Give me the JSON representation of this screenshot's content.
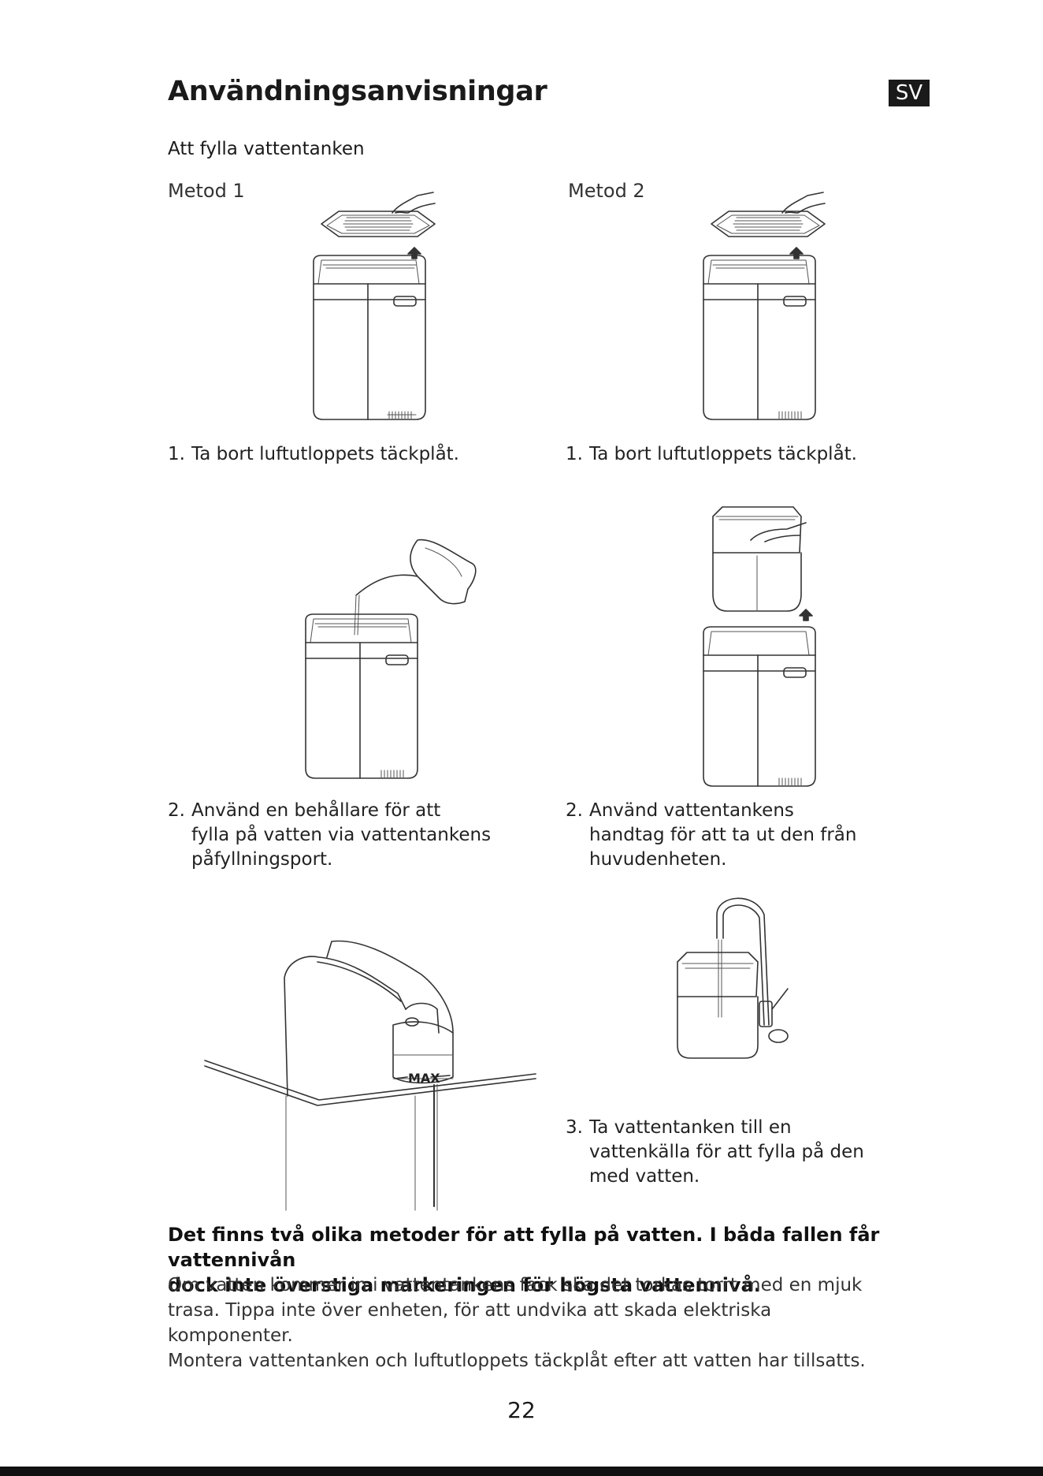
{
  "page": {
    "title": "Användningsanvisningar",
    "lang_badge": "SV",
    "section_heading": "Att fylla vattentanken",
    "page_number": "22"
  },
  "method1": {
    "label": "Metod 1",
    "step1": {
      "num": "1.",
      "text": "Ta bort luftutloppets täckplåt."
    },
    "step2": {
      "num": "2.",
      "line1": "Använd en behållare för att",
      "line2": "fylla på vatten via vattentankens",
      "line3": "påfyllningsport."
    },
    "figure_label": "MAX"
  },
  "method2": {
    "label": "Metod 2",
    "step1": {
      "num": "1.",
      "text": "Ta bort luftutloppets täckplåt."
    },
    "step2": {
      "num": "2.",
      "line1": "Använd vattentankens",
      "line2": "handtag för att ta ut den från",
      "line3": "huvudenheten."
    },
    "step3": {
      "num": "3.",
      "line1": "Ta vattentanken till en",
      "line2": "vattenkälla för att fylla på den",
      "line3": "med vatten."
    }
  },
  "note": {
    "bold_line1": "Det finns två olika metoder för att fylla på vatten. I båda fallen får vattennivån",
    "bold_line2": "dock inte överstiga markeringen för högsta vattennivå.",
    "body_line1": "Om vatten kommer in i vattentankens fack ska det torkas torrt med en mjuk",
    "body_line2": "trasa. Tippa inte över enheten, för att undvika att skada elektriska komponenter.",
    "body_line3": "Montera vattentanken och luftutloppets täckplåt efter att vatten har tillsatts."
  },
  "icons": {
    "up_arrow": "up-arrow-icon",
    "hand": "hand-icon"
  }
}
